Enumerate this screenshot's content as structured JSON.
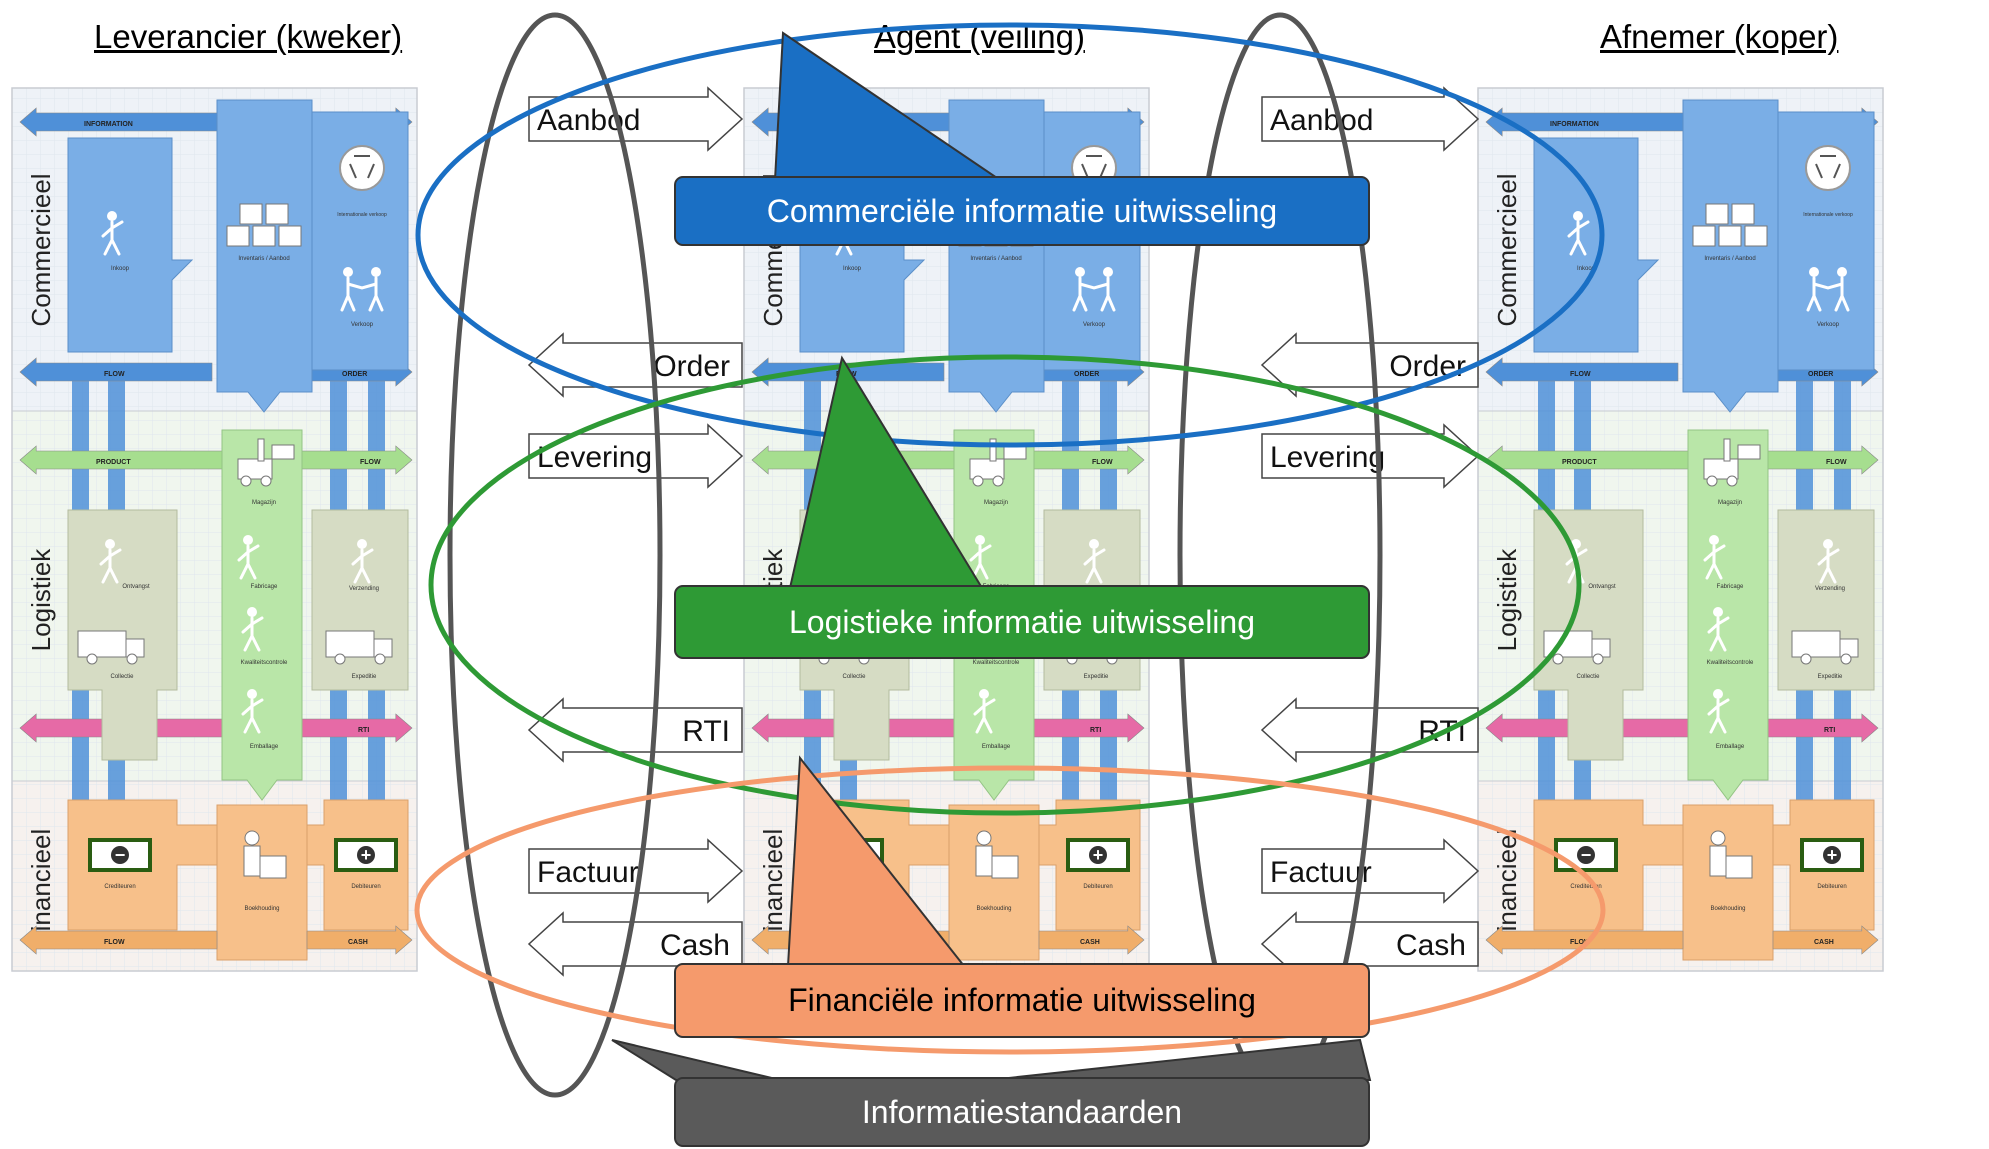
{
  "headers": {
    "supplier": "Leverancier (kweker)",
    "agent": "Agent (veiling)",
    "buyer": "Afnemer (koper)"
  },
  "layers": {
    "commercial": "Commercieel",
    "logistics": "Logistiek",
    "financial": "Financieel"
  },
  "flow_labels": {
    "information": "INFORMATION",
    "flow": "FLOW",
    "order": "ORDER",
    "product": "PRODUCT",
    "rti": "RTI",
    "cash": "CASH"
  },
  "process_labels": {
    "inkoop": "Inkoop",
    "inventaris": "Inventaris / Aanbod",
    "internationale_verkoop": "Internationale verkoop",
    "verkoop": "Verkoop",
    "magazijn": "Magazijn",
    "ontvangst": "Ontvangst",
    "fabricage": "Fabricage",
    "verzending": "Verzending",
    "collectie": "Collectie",
    "kwaliteitscontrole": "Kwaliteitscontrole",
    "expeditie": "Expeditie",
    "emballage": "Emballage",
    "crediteuren": "Crediteuren",
    "boekhouding": "Boekhouding",
    "debiteuren": "Debiteuren"
  },
  "arrows_left_pair": [
    "Aanbod",
    "Order",
    "Levering",
    "RTI",
    "Factuur",
    "Cash"
  ],
  "arrows_right_pair": [
    "Aanbod",
    "Order",
    "Levering",
    "RTI",
    "Factuur",
    "Cash"
  ],
  "callouts": {
    "commercial": "Commerciële informatie uitwisseling",
    "logistics": "Logistieke informatie uitwisseling",
    "financial": "Financiële informatie uitwisseling",
    "standards": "Informatiestandaarden"
  },
  "colors": {
    "commercial": "#1a6fc4",
    "logistics": "#2e9a35",
    "financial": "#f59a6c",
    "standards": "#5a5a5a",
    "info_flow": "#4f90d8",
    "product_flow": "#a6de8f",
    "rti_flow": "#e66aa6",
    "cash_flow": "#f0ae6a"
  }
}
